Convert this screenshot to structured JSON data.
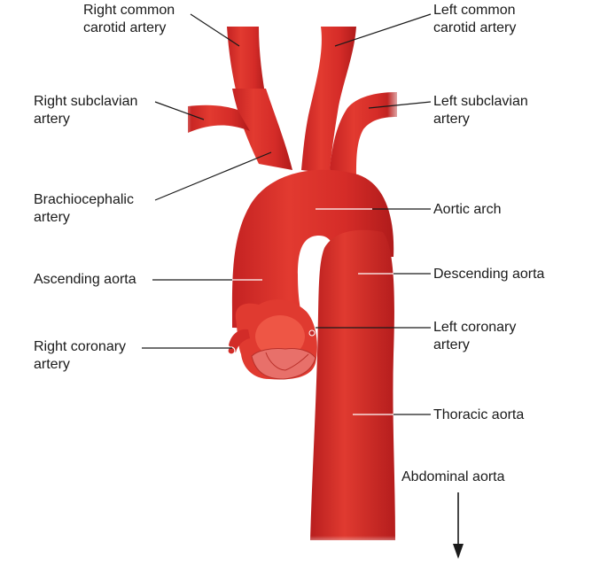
{
  "labels": {
    "right_common_carotid": [
      "Right common",
      "carotid artery"
    ],
    "left_common_carotid": [
      "Left common",
      "carotid artery"
    ],
    "right_subclavian": [
      "Right subclavian",
      "artery"
    ],
    "left_subclavian": [
      "Left subclavian",
      "artery"
    ],
    "brachiocephalic": [
      "Brachiocephalic",
      "artery"
    ],
    "aortic_arch": [
      "Aortic arch"
    ],
    "ascending_aorta": [
      "Ascending aorta"
    ],
    "descending_aorta": [
      "Descending aorta"
    ],
    "right_coronary": [
      "Right coronary",
      "artery"
    ],
    "left_coronary": [
      "Left coronary",
      "artery"
    ],
    "thoracic_aorta": [
      "Thoracic aorta"
    ],
    "abdominal_aorta": [
      "Abdominal aorta"
    ]
  },
  "colors": {
    "vessel": "#d92b2b",
    "vessel_dark": "#b41c1c",
    "vessel_light": "#ef5a4a",
    "valve": "#e8706a",
    "text": "#1a1a1a"
  }
}
